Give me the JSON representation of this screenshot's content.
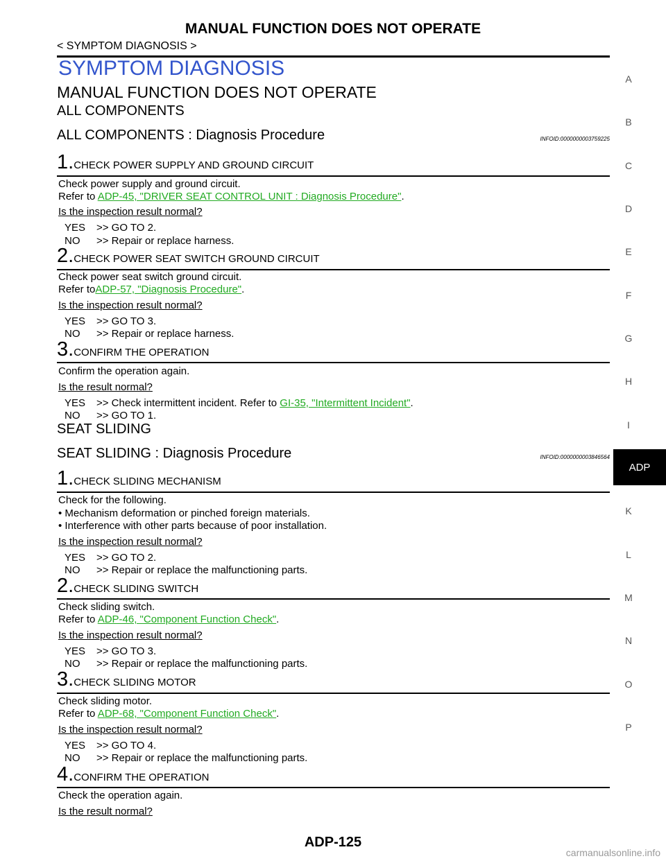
{
  "header": {
    "title": "MANUAL FUNCTION DOES NOT OPERATE",
    "breadcrumb": "< SYMPTOM DIAGNOSIS >"
  },
  "side_index": [
    "A",
    "B",
    "C",
    "D",
    "E",
    "F",
    "G",
    "H",
    "I",
    "ADP",
    "K",
    "L",
    "M",
    "N",
    "O",
    "P"
  ],
  "side_active": "ADP",
  "section_title": "SYMPTOM DIAGNOSIS",
  "page_heading": "MANUAL FUNCTION DOES NOT OPERATE",
  "all": {
    "group": "ALL COMPONENTS",
    "title": "ALL COMPONENTS : Diagnosis Procedure",
    "infoid": "INFOID:0000000003759225",
    "s1": {
      "num": "1.",
      "title": "CHECK POWER SUPPLY AND GROUND CIRCUIT",
      "l1": "Check power supply and ground circuit.",
      "refer": "Refer to ",
      "link": "ADP-45, \"DRIVER SEAT CONTROL UNIT : Diagnosis  Procedure\"",
      "end": ".",
      "q": "Is the inspection result normal?",
      "yes_k": "YES",
      "yes": ">> GO TO 2.",
      "no_k": "NO",
      "no": ">> Repair or replace harness."
    },
    "s2": {
      "num": "2.",
      "title": "CHECK POWER SEAT SWITCH GROUND CIRCUIT",
      "l1": "Check power seat switch ground circuit.",
      "refer": "Refer to",
      "link": "ADP-57, \"Diagnosis  Procedure\"",
      "end": ".",
      "q": "Is the inspection result normal?",
      "yes_k": "YES",
      "yes": ">> GO TO 3.",
      "no_k": "NO",
      "no": ">> Repair or replace harness."
    },
    "s3": {
      "num": "3.",
      "title": "CONFIRM THE OPERATION",
      "l1": "Confirm the operation again.",
      "q": "Is the result normal?",
      "yes_k": "YES",
      "yes": ">> Check intermittent incident. Refer to ",
      "yes_link": "GI-35, \"Intermittent Incident\"",
      "yes_end": ".",
      "no_k": "NO",
      "no": ">> GO TO 1."
    }
  },
  "sliding": {
    "group": "SEAT SLIDING",
    "title": "SEAT SLIDING : Diagnosis Procedure",
    "infoid": "INFOID:0000000003846564",
    "s1": {
      "num": "1.",
      "title": "CHECK SLIDING MECHANISM",
      "l1": "Check for the following.",
      "b1": "•  Mechanism deformation or pinched foreign materials.",
      "b2": "•  Interference with other parts because of poor installation.",
      "q": "Is the inspection result normal?",
      "yes_k": "YES",
      "yes": ">> GO TO 2.",
      "no_k": "NO",
      "no": ">> Repair or replace the malfunctioning parts."
    },
    "s2": {
      "num": "2.",
      "title": "CHECK SLIDING SWITCH",
      "l1": "Check sliding switch.",
      "refer": "Refer to ",
      "link": "ADP-46, \"Component  Function  Check\"",
      "end": ".",
      "q": "Is the inspection result normal?",
      "yes_k": "YES",
      "yes": ">> GO TO 3.",
      "no_k": "NO",
      "no": ">> Repair or replace the malfunctioning parts."
    },
    "s3": {
      "num": "3.",
      "title": "CHECK SLIDING MOTOR",
      "l1": "Check sliding motor.",
      "refer": "Refer to ",
      "link": "ADP-68, \"Component  Function  Check\"",
      "end": ".",
      "q": "Is the inspection result normal?",
      "yes_k": "YES",
      "yes": ">> GO TO 4.",
      "no_k": "NO",
      "no": ">> Repair or replace the malfunctioning parts."
    },
    "s4": {
      "num": "4.",
      "title": "CONFIRM THE OPERATION",
      "l1": "Check the operation again.",
      "q": "Is the result normal?"
    }
  },
  "footer": "ADP-125",
  "watermark": "carmanualsonline.info"
}
